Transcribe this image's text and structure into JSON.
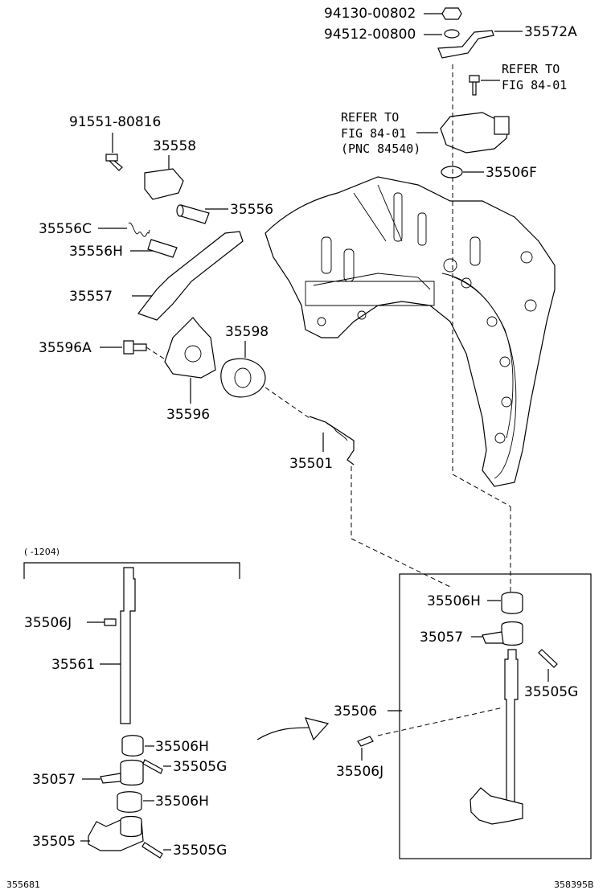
{
  "top_parts": {
    "p94130": "94130-00802",
    "p94512": "94512-00800",
    "p35572A": "35572A",
    "refer1_line1": "REFER TO",
    "refer1_line2": "FIG 84-01",
    "refer2_line1": "REFER TO",
    "refer2_line2": "FIG 84-01",
    "refer2_line3": "(PNC 84540)",
    "p35506F": "35506F"
  },
  "left_parts": {
    "p91551": "91551-80816",
    "p35558": "35558",
    "p35556": "35556",
    "p35556C": "35556C",
    "p35556H": "35556H",
    "p35557": "35557",
    "p35596A": "35596A",
    "p35598": "35598",
    "p35596": "35596",
    "p35501": "35501"
  },
  "old_assembly": {
    "range": "(   -1204)",
    "p35506J": "35506J",
    "p35561": "35561",
    "p35506H_a": "35506H",
    "p35505G_a": "35505G",
    "p35057": "35057",
    "p35506H_b": "35506H",
    "p35505": "35505",
    "p35505G_b": "35505G"
  },
  "new_assembly": {
    "p35506H": "35506H",
    "p35057": "35057",
    "p35505G": "35505G",
    "p35506": "35506",
    "p35506J": "35506J"
  },
  "footer": {
    "left_code": "355681",
    "right_code": "358395B"
  }
}
